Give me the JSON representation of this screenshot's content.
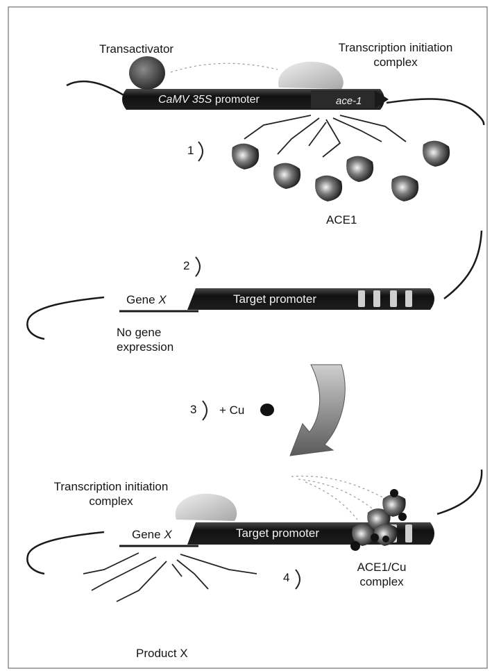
{
  "labels": {
    "transactivator": "Transactivator",
    "tic_top_line1": "Transcription initiation",
    "tic_top_line2": "complex",
    "camv_italic": "CaMV 35S",
    "camv_rest": "promoter",
    "ace1_gene": "ace-1",
    "step1": "1",
    "ace1_protein": "ACE1",
    "step2": "2",
    "gene_x_prefix": "Gene",
    "gene_x_italic": "X",
    "target_promoter": "Target promoter",
    "no_gene_line1": "No gene",
    "no_gene_line2": "expression",
    "step3": "3",
    "plus_cu": "+ Cu",
    "tic_bottom_line1": "Transcription initiation",
    "tic_bottom_line2": "complex",
    "gene_x2_prefix": "Gene",
    "gene_x2_italic": "X",
    "target_promoter2": "Target promoter",
    "step4": "4",
    "ace1cu_line1": "ACE1/Cu",
    "ace1cu_line2": "complex",
    "product_x": "Product X"
  },
  "colors": {
    "dna": "#1a1a1a",
    "ace1_protein": "#3a3a3a",
    "tic_shape": "#c8c8c8",
    "arrow": "#8a8a8a"
  }
}
